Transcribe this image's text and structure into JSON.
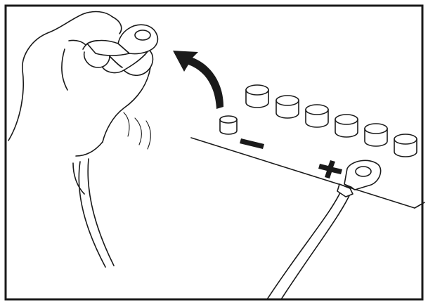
{
  "figure": {
    "kind": "battery-disconnect-illustration",
    "negative_terminal_symbol": "minus-sign",
    "positive_terminal_symbol": "plus-sign",
    "arrow_direction": "up-left",
    "colors": {
      "line": "#1a1a1a",
      "background": "#ffffff"
    }
  }
}
